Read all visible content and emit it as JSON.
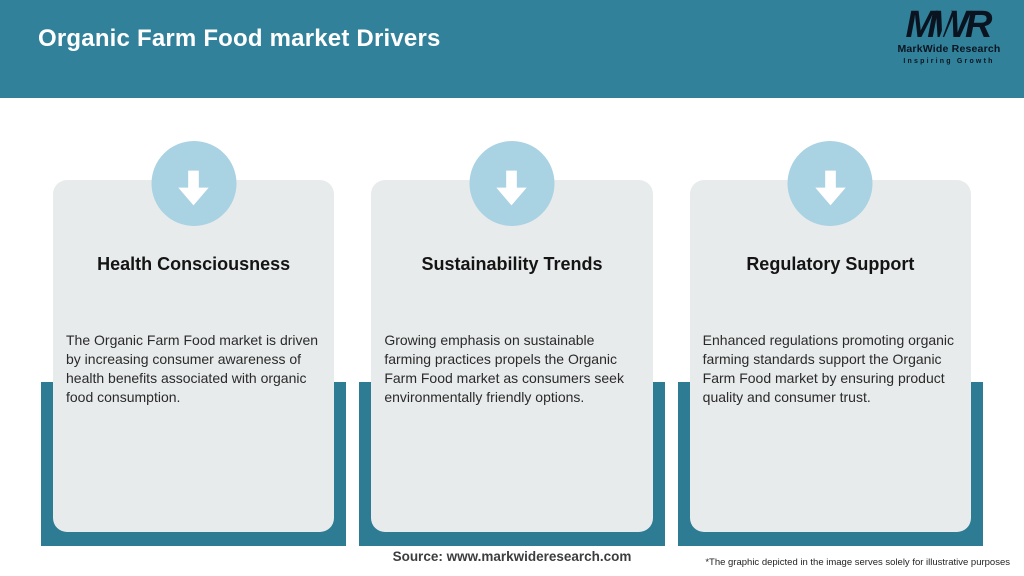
{
  "header": {
    "title": "Organic Farm Food market Drivers",
    "logo": {
      "monogram": "MWR",
      "name": "MarkWide Research",
      "tagline": "Inspiring Growth"
    }
  },
  "cards": [
    {
      "icon": "down-arrow-icon",
      "title": "Health Consciousness",
      "description": "The Organic Farm Food market is driven by increasing consumer awareness of health benefits associated with organic food consumption."
    },
    {
      "icon": "down-arrow-icon",
      "title": "Sustainability Trends",
      "description": "Growing emphasis on sustainable farming practices propels the Organic Farm Food market as consumers seek environmentally friendly options."
    },
    {
      "icon": "down-arrow-icon",
      "title": "Regulatory Support",
      "description": "Enhanced regulations promoting organic farming standards support the Organic Farm Food market by ensuring product quality and consumer trust."
    }
  ],
  "footer": {
    "source": "Source: www.markwideresearch.com",
    "disclaimer": "*The graphic depicted in the image serves solely for illustrative purposes"
  },
  "colors": {
    "header_teal": "#31819A",
    "backing_teal": "#2E7C94",
    "circle_blue": "#A9D2E2",
    "card_gray": "#E8EBEC",
    "header_text": "#FFFFFF",
    "logo_text": "#0A1420"
  }
}
